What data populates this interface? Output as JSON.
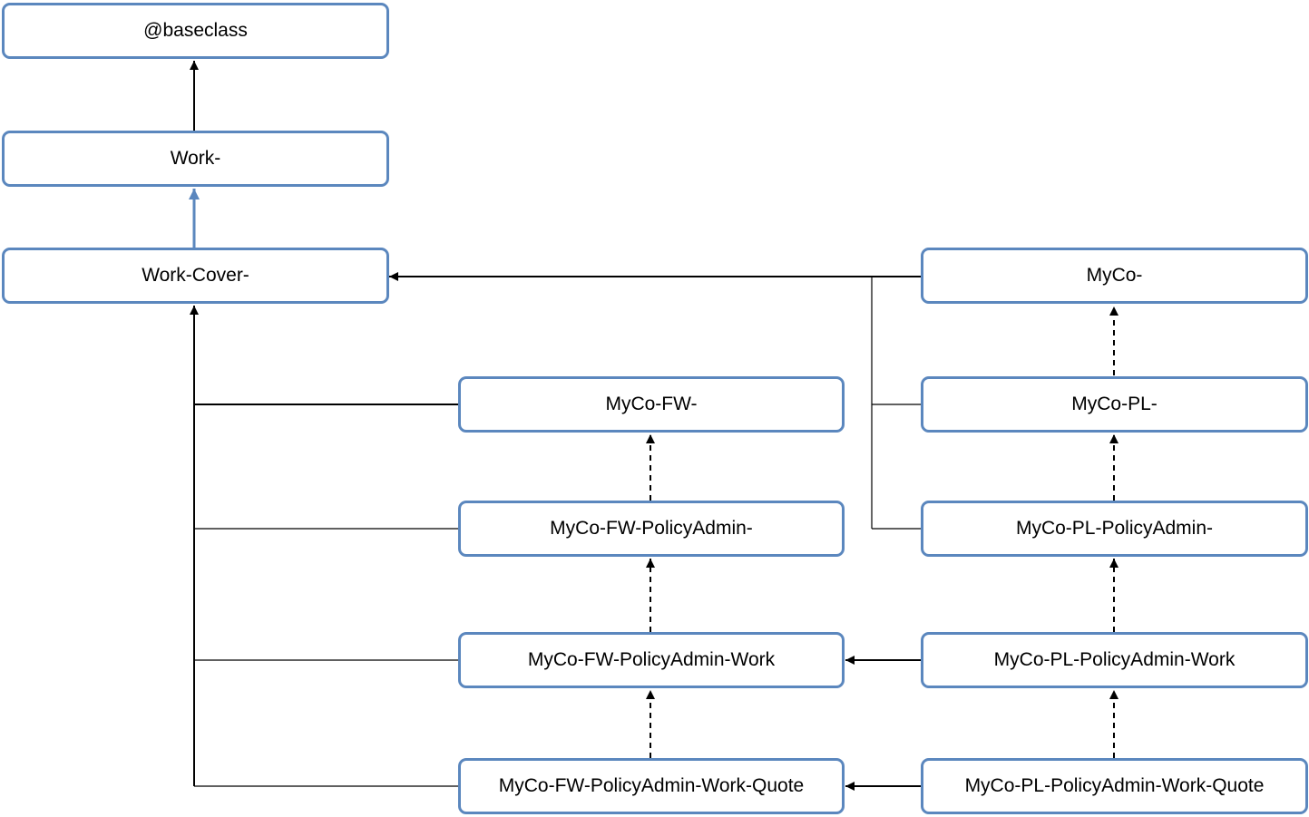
{
  "nodes": {
    "baseclass": "@baseclass",
    "work": "Work-",
    "work_cover": "Work-Cover-",
    "myco": "MyCo-",
    "myco_fw": "MyCo-FW-",
    "myco_pl": "MyCo-PL-",
    "myco_fw_policyadmin": "MyCo-FW-PolicyAdmin-",
    "myco_pl_policyadmin": "MyCo-PL-PolicyAdmin-",
    "myco_fw_policyadmin_work": "MyCo-FW-PolicyAdmin-Work",
    "myco_pl_policyadmin_work": "MyCo-PL-PolicyAdmin-Work",
    "myco_fw_policyadmin_work_quote": "MyCo-FW-PolicyAdmin-Work-Quote",
    "myco_pl_policyadmin_work_quote": "MyCo-PL-PolicyAdmin-Work-Quote"
  },
  "colors": {
    "node_border": "#5b87be",
    "highlight_arrow": "#5b87be",
    "line": "#000000"
  }
}
